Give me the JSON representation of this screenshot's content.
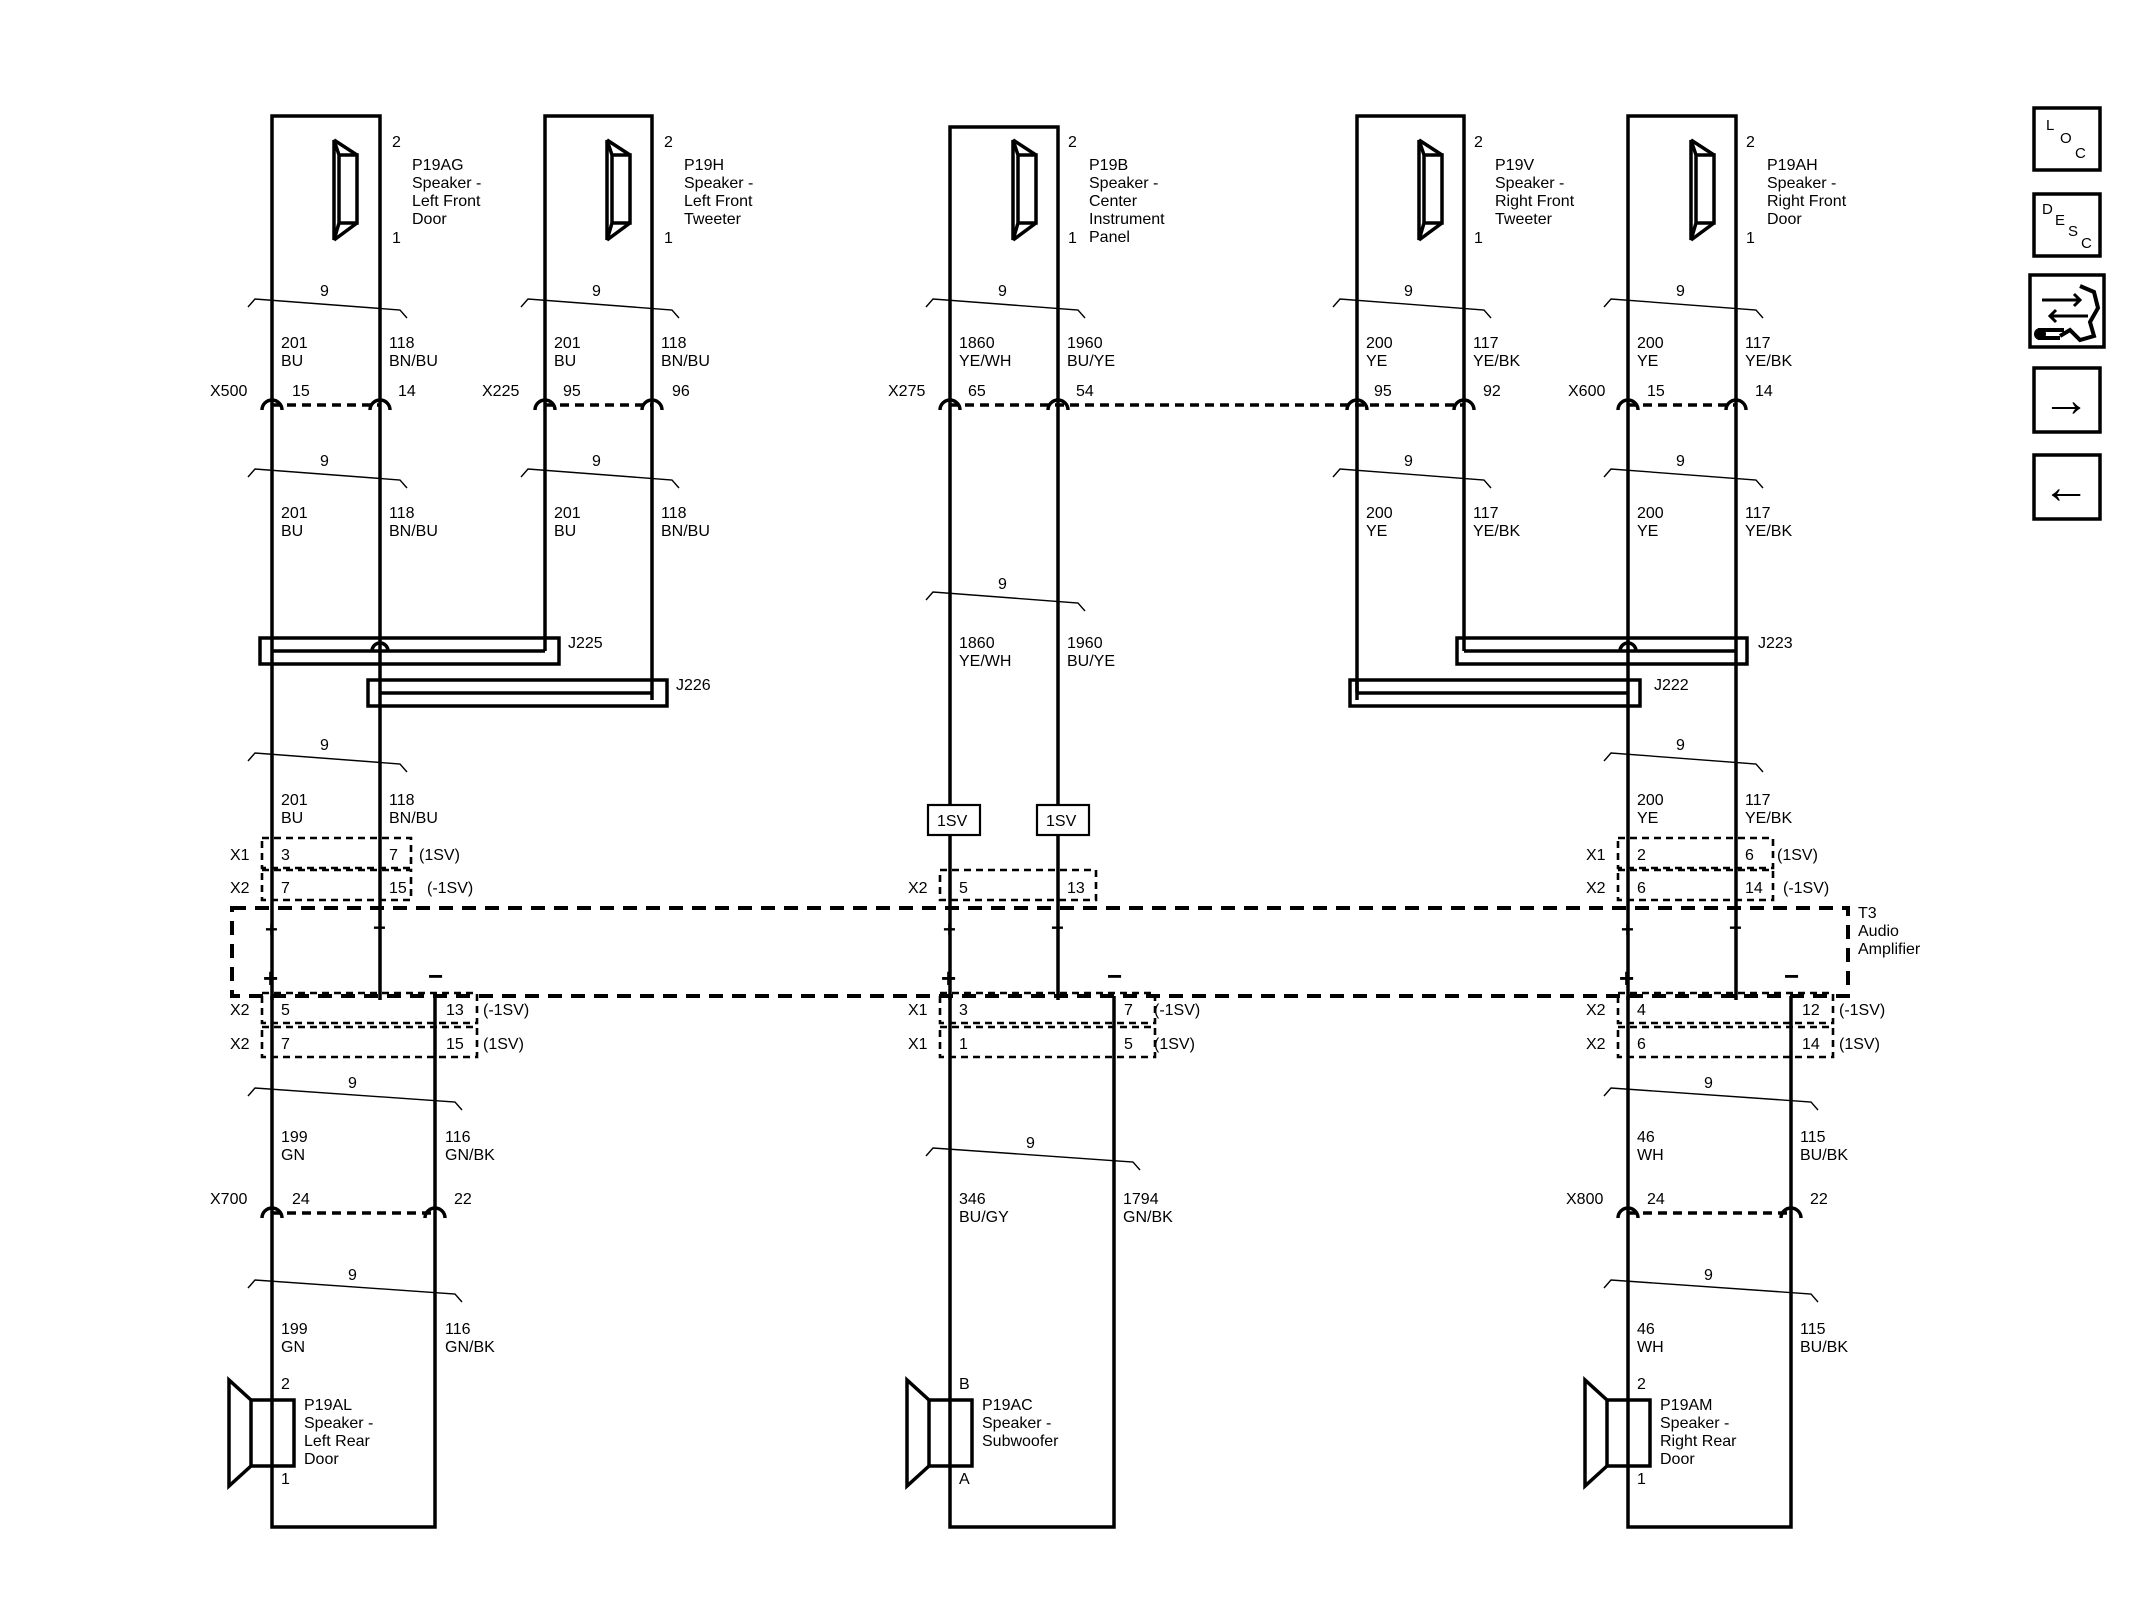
{
  "speakers_top": [
    {
      "id": "P19AG",
      "lines": [
        "P19AG",
        "Speaker -",
        "Left Front",
        "Door"
      ],
      "pin_top": "2",
      "pin_bot": "1"
    },
    {
      "id": "P19H",
      "lines": [
        "P19H",
        "Speaker -",
        "Left Front",
        "Tweeter"
      ],
      "pin_top": "2",
      "pin_bot": "1"
    },
    {
      "id": "P19B",
      "lines": [
        "P19B",
        "Speaker -",
        "Center",
        "Instrument",
        "Panel"
      ],
      "pin_top": "2",
      "pin_bot": "1"
    },
    {
      "id": "P19V",
      "lines": [
        "P19V",
        "Speaker -",
        "Right Front",
        "Tweeter"
      ],
      "pin_top": "2",
      "pin_bot": "1"
    },
    {
      "id": "P19AH",
      "lines": [
        "P19AH",
        "Speaker -",
        "Right Front",
        "Door"
      ],
      "pin_top": "2",
      "pin_bot": "1"
    }
  ],
  "speakers_bottom": [
    {
      "id": "P19AL",
      "lines": [
        "P19AL",
        "Speaker -",
        "Left Rear",
        "Door"
      ],
      "pin_top": "2",
      "pin_bot": "1"
    },
    {
      "id": "P19AC",
      "lines": [
        "P19AC",
        "Speaker -",
        "Subwoofer"
      ],
      "pin_top": "B",
      "pin_bot": "A"
    },
    {
      "id": "P19AM",
      "lines": [
        "P19AM",
        "Speaker -",
        "Right Rear",
        "Door"
      ],
      "pin_top": "2",
      "pin_bot": "1"
    }
  ],
  "twist_label": "9",
  "wire_labels": [
    [
      "201",
      "BU"
    ],
    [
      "118",
      "BN/BU"
    ],
    [
      "201",
      "BU"
    ],
    [
      "118",
      "BN/BU"
    ],
    [
      "1860",
      "YE/WH"
    ],
    [
      "1960",
      "BU/YE"
    ],
    [
      "200",
      "YE"
    ],
    [
      "117",
      "YE/BK"
    ],
    [
      "200",
      "YE"
    ],
    [
      "117",
      "YE/BK"
    ],
    [
      "201",
      "BU"
    ],
    [
      "118",
      "BN/BU"
    ],
    [
      "201",
      "BU"
    ],
    [
      "118",
      "BN/BU"
    ],
    [
      "200",
      "YE"
    ],
    [
      "117",
      "YE/BK"
    ],
    [
      "200",
      "YE"
    ],
    [
      "117",
      "YE/BK"
    ],
    [
      "1860",
      "YE/WH"
    ],
    [
      "1960",
      "BU/YE"
    ],
    [
      "201",
      "BU"
    ],
    [
      "118",
      "BN/BU"
    ],
    [
      "200",
      "YE"
    ],
    [
      "117",
      "YE/BK"
    ],
    [
      "199",
      "GN"
    ],
    [
      "116",
      "GN/BK"
    ],
    [
      "346",
      "BU/GY"
    ],
    [
      "1794",
      "GN/BK"
    ],
    [
      "46",
      "WH"
    ],
    [
      "115",
      "BU/BK"
    ],
    [
      "199",
      "GN"
    ],
    [
      "116",
      "GN/BK"
    ],
    [
      "46",
      "WH"
    ],
    [
      "115",
      "BU/BK"
    ]
  ],
  "connectors": [
    {
      "name": "X500",
      "pins": [
        "15",
        "14"
      ]
    },
    {
      "name": "X225",
      "pins": [
        "95",
        "96"
      ]
    },
    {
      "name": "X275",
      "pins": [
        "65",
        "54"
      ]
    },
    {
      "name": "",
      "pins": [
        "95",
        "92"
      ]
    },
    {
      "name": "X600",
      "pins": [
        "15",
        "14"
      ]
    },
    {
      "name": "X700",
      "pins": [
        "24",
        "22"
      ]
    },
    {
      "name": "X800",
      "pins": [
        "24",
        "22"
      ]
    }
  ],
  "splices": [
    "J225",
    "J226",
    "J223",
    "J222"
  ],
  "sv_marker": "1SV",
  "amp_connectors_top": [
    {
      "rows": [
        {
          "conn": "X1",
          "a": "3",
          "b": "7",
          "sv": "(1SV)"
        },
        {
          "conn": "X2",
          "a": "7",
          "b": "15",
          "sv": "(-1SV)"
        }
      ]
    },
    {
      "rows": [
        {
          "conn": "X2",
          "a": "5",
          "b": "13",
          "sv": ""
        }
      ]
    },
    {
      "rows": [
        {
          "conn": "X1",
          "a": "2",
          "b": "6",
          "sv": "(1SV)"
        },
        {
          "conn": "X2",
          "a": "6",
          "b": "14",
          "sv": "(-1SV)"
        }
      ]
    }
  ],
  "amp_connectors_bottom": [
    {
      "rows": [
        {
          "conn": "X2",
          "a": "5",
          "b": "13",
          "sv": "(-1SV)"
        },
        {
          "conn": "X2",
          "a": "7",
          "b": "15",
          "sv": "(1SV)"
        }
      ]
    },
    {
      "rows": [
        {
          "conn": "X1",
          "a": "3",
          "b": "7",
          "sv": "(-1SV)"
        },
        {
          "conn": "X1",
          "a": "1",
          "b": "5",
          "sv": "(1SV)"
        }
      ]
    },
    {
      "rows": [
        {
          "conn": "X2",
          "a": "4",
          "b": "12",
          "sv": "(-1SV)"
        },
        {
          "conn": "X2",
          "a": "6",
          "b": "14",
          "sv": "(1SV)"
        }
      ]
    }
  ],
  "amplifier": {
    "id": "T3",
    "lines": [
      "T3",
      "Audio",
      "Amplifier"
    ]
  },
  "polarity": {
    "plus": "+",
    "minus": "−"
  },
  "nav": {
    "loc": [
      "L",
      "O",
      "C"
    ],
    "desc": [
      "D",
      "E",
      "S",
      "C"
    ],
    "forward": "→",
    "back": "←"
  },
  "colors": {
    "line": "#000000",
    "background": "#ffffff"
  }
}
